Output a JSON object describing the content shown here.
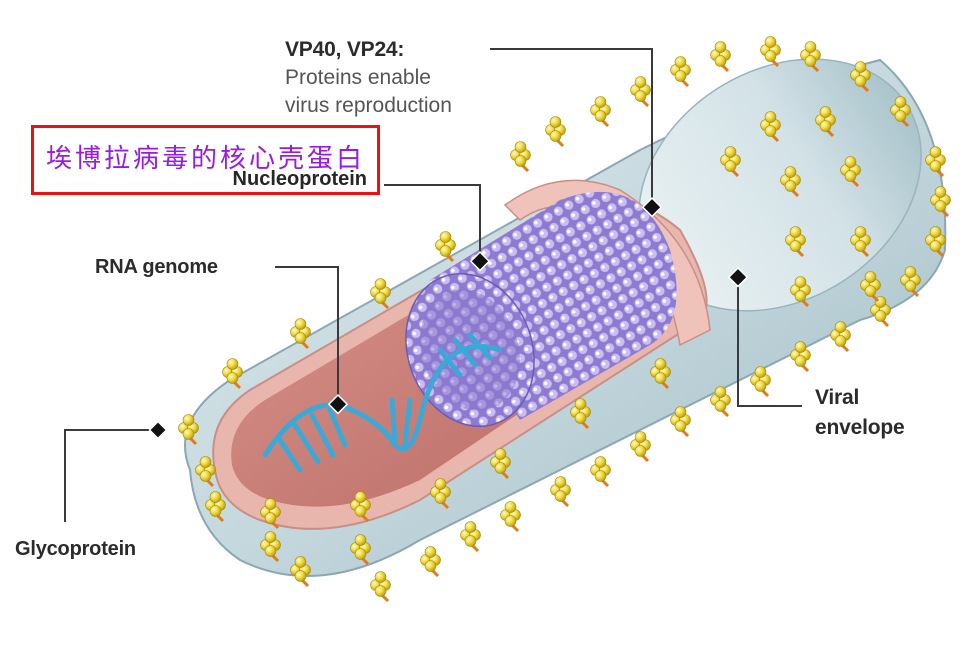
{
  "diagram": {
    "subject": "Ebola virus structure",
    "colors": {
      "envelope": "#b9d0d8",
      "matrix": "#e7b4ab",
      "nucleocapsid": "#8b78cf",
      "rna": "#3aa9d8",
      "glycoprotein": "#e8cf2a",
      "stalk": "#e07a1a",
      "annotation_box": "#ee1111",
      "annotation_text": "#9a18e8",
      "leader": "#3a3a3a"
    },
    "labels": {
      "vp_title": "VP40, VP24:",
      "vp_desc_line1": "Proteins enable",
      "vp_desc_line2": "virus reproduction",
      "nucleoprotein": "Nucleoprotein",
      "nucleoprotein_chinese": "埃博拉病毒的核心壳蛋白",
      "rna_genome": "RNA genome",
      "glycoprotein": "Glycoprotein",
      "viral_line1": "Viral",
      "viral_line2": "envelope"
    }
  }
}
